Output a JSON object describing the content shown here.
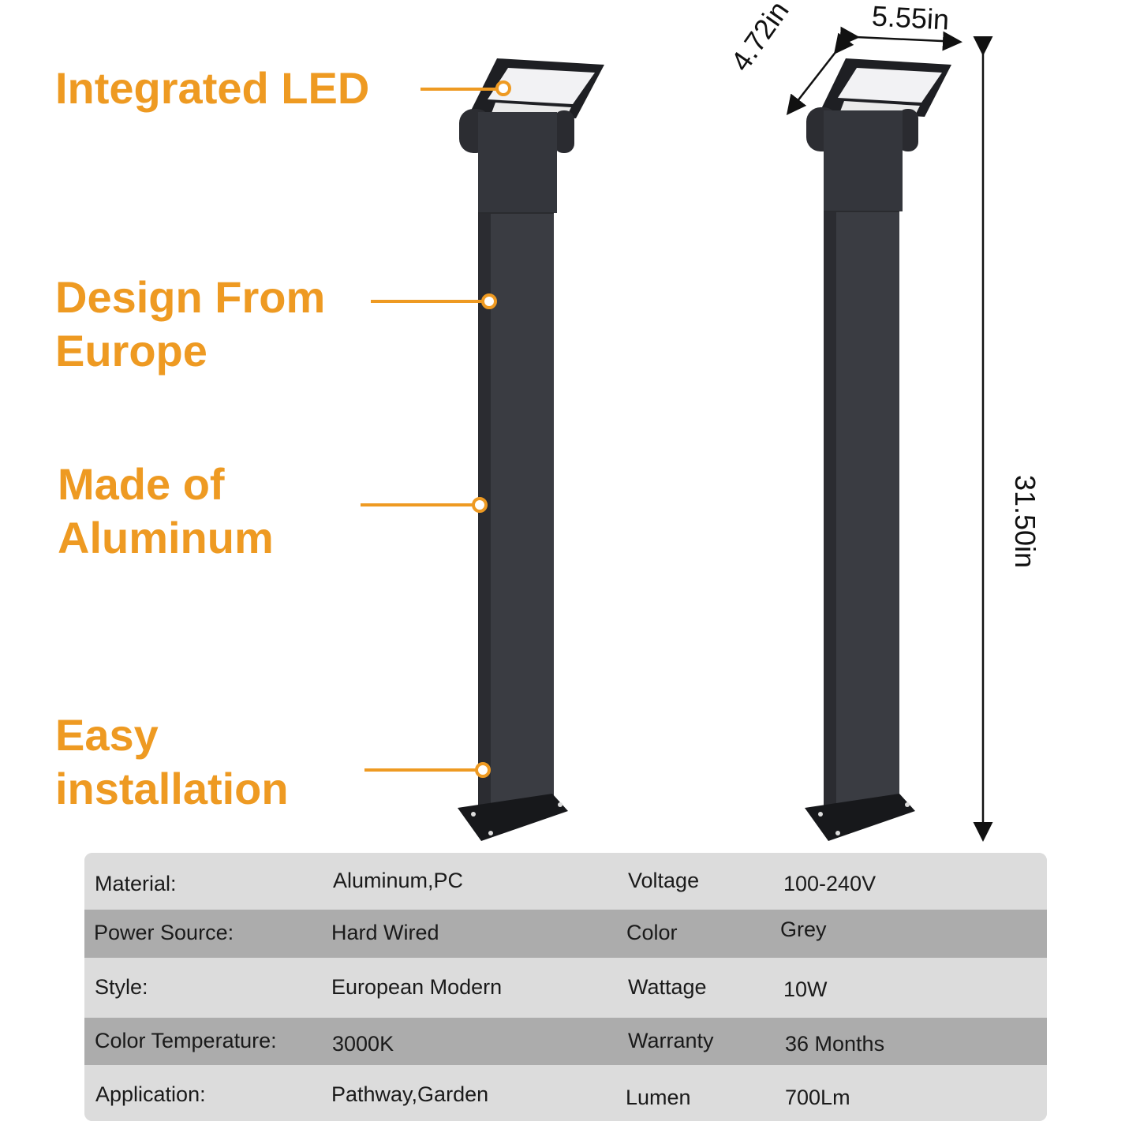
{
  "features": [
    {
      "id": "integrated-led",
      "lines": [
        "Integrated LED"
      ]
    },
    {
      "id": "design-from-europe",
      "lines": [
        "Design From",
        "Europe"
      ]
    },
    {
      "id": "made-of-aluminum",
      "lines": [
        "Made of",
        "Aluminum"
      ]
    },
    {
      "id": "easy-installation",
      "lines": [
        "Easy",
        "installation"
      ]
    }
  ],
  "dimensions": {
    "width": "5.55in",
    "depth": "4.72in",
    "height": "31.50in"
  },
  "colors": {
    "accent": "#ee9a22",
    "lamp_body": "#3a3c42",
    "row_light": "#dcdcdc",
    "row_dark": "#acacac"
  },
  "specs": [
    {
      "label1": "Material:",
      "value1": "Aluminum,PC",
      "label2": "Voltage",
      "value2": "100-240V"
    },
    {
      "label1": "Power Source:",
      "value1": "Hard Wired",
      "label2": "Color",
      "value2": "Grey"
    },
    {
      "label1": "Style:",
      "value1": "European Modern",
      "label2": "Wattage",
      "value2": "10W"
    },
    {
      "label1": "Color Temperature:",
      "value1": "3000K",
      "label2": "Warranty",
      "value2": "36 Months"
    },
    {
      "label1": "Application:",
      "value1": "Pathway,Garden",
      "label2": "Lumen",
      "value2": "700Lm"
    }
  ]
}
